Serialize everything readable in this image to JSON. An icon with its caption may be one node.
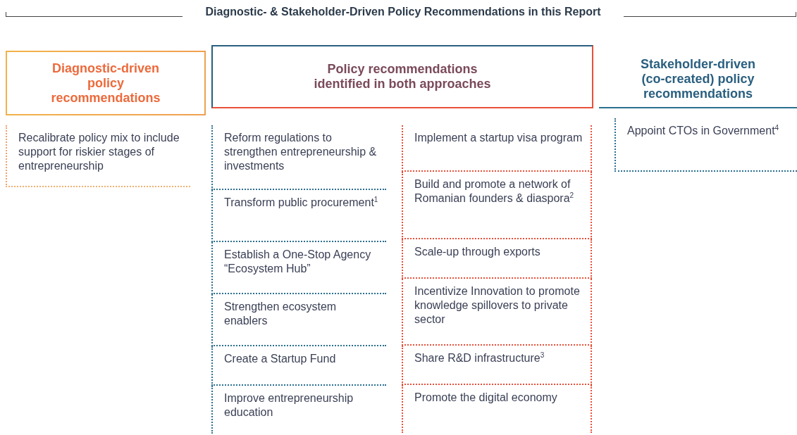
{
  "diagram": {
    "title": "Diagnostic- & Stakeholder-Driven Policy Recommendations in this Report",
    "nodes": [
      {
        "text": [
          "Diagnostic-driven policy recommendations"
        ]
      },
      {
        "text": [
          "Policy recommendations identified in both approaches"
        ]
      },
      {
        "text": [
          "Stakeholder-driven (co-created) policy recommendations"
        ]
      }
    ],
    "labels": [
      "Recalibrate policy mix to include support for riskier stages of entrepreneurship",
      "Reform regulations to strengthen entrepreneurship & investments",
      "Transform public procurement$^{1}$",
      "Establish a One-Stop Agency “Ecosystem Hub”",
      "Strengthen ecosystem enablers",
      "Create a Startup Fund",
      "Improve entrepreneurship education",
      "Implement a startup visa program",
      "Build and promote a network of Romanian founders & diaspora$^{2}$",
      "Scale-up through exports",
      "Incentivize Innovation to promote knowledge spillovers to private sector",
      "Share R&D infrastructure$^{3}$",
      "Promote the digital economy",
      "Appoint CTOs in Government$^{4}$"
    ]
  }
}
